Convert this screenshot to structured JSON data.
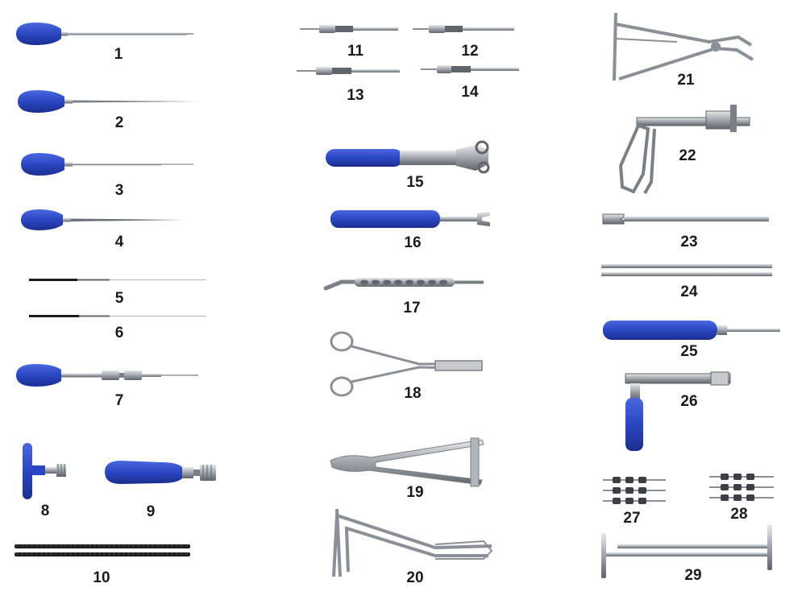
{
  "background": "#ffffff",
  "colors": {
    "handle_blue": "#2a46c2",
    "handle_blue_dark": "#1c2f8f",
    "steel": "#9ea4aa",
    "steel_dark": "#5f656b",
    "steel_light": "#d9dde0",
    "black": "#1c1c1c"
  },
  "instruments": [
    {
      "number": "1",
      "icon": "awl-with-blue-handle"
    },
    {
      "number": "2",
      "icon": "awl-with-blue-handle"
    },
    {
      "number": "3",
      "icon": "awl-with-blue-handle"
    },
    {
      "number": "4",
      "icon": "awl-with-blue-handle"
    },
    {
      "number": "5",
      "icon": "guide-wire"
    },
    {
      "number": "6",
      "icon": "guide-wire"
    },
    {
      "number": "7",
      "icon": "awl-with-coupling"
    },
    {
      "number": "8",
      "icon": "t-handle"
    },
    {
      "number": "9",
      "icon": "ratchet-handle"
    },
    {
      "number": "10",
      "icon": "flexible-rods"
    },
    {
      "number": "11",
      "icon": "screw-extender"
    },
    {
      "number": "12",
      "icon": "screw-extender"
    },
    {
      "number": "13",
      "icon": "screw-extender"
    },
    {
      "number": "14",
      "icon": "screw-extender"
    },
    {
      "number": "15",
      "icon": "socket-wrench"
    },
    {
      "number": "16",
      "icon": "fork-pusher"
    },
    {
      "number": "17",
      "icon": "bone-elevator"
    },
    {
      "number": "18",
      "icon": "ring-forceps"
    },
    {
      "number": "19",
      "icon": "rod-holder-pliers"
    },
    {
      "number": "20",
      "icon": "distractor-pliers"
    },
    {
      "number": "21",
      "icon": "rod-cutter"
    },
    {
      "number": "22",
      "icon": "rod-reducer-gun"
    },
    {
      "number": "23",
      "icon": "rod-bender"
    },
    {
      "number": "24",
      "icon": "bending-irons"
    },
    {
      "number": "25",
      "icon": "screwdriver"
    },
    {
      "number": "26",
      "icon": "l-handle-wrench"
    },
    {
      "number": "27",
      "icon": "nut-drivers-set"
    },
    {
      "number": "28",
      "icon": "nut-drivers-set"
    },
    {
      "number": "29",
      "icon": "t-bar-benders"
    }
  ]
}
